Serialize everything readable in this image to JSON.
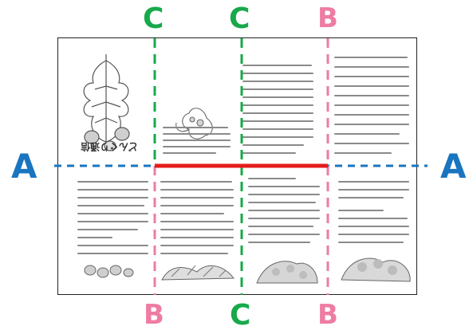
{
  "labels": {
    "top_c_left": "C",
    "top_c_right": "C",
    "top_b": "B",
    "bottom_b_left": "B",
    "bottom_c": "C",
    "bottom_b_right": "B",
    "left_a": "A",
    "right_a": "A"
  },
  "booklet": {
    "cover_title": "どんぐり通信"
  },
  "colors": {
    "fold_c": "#17a94a",
    "fold_b": "#ee7ca3",
    "fold_a": "#1a75c0",
    "cut_line": "#e41c1c",
    "sheet_border": "#222222"
  }
}
